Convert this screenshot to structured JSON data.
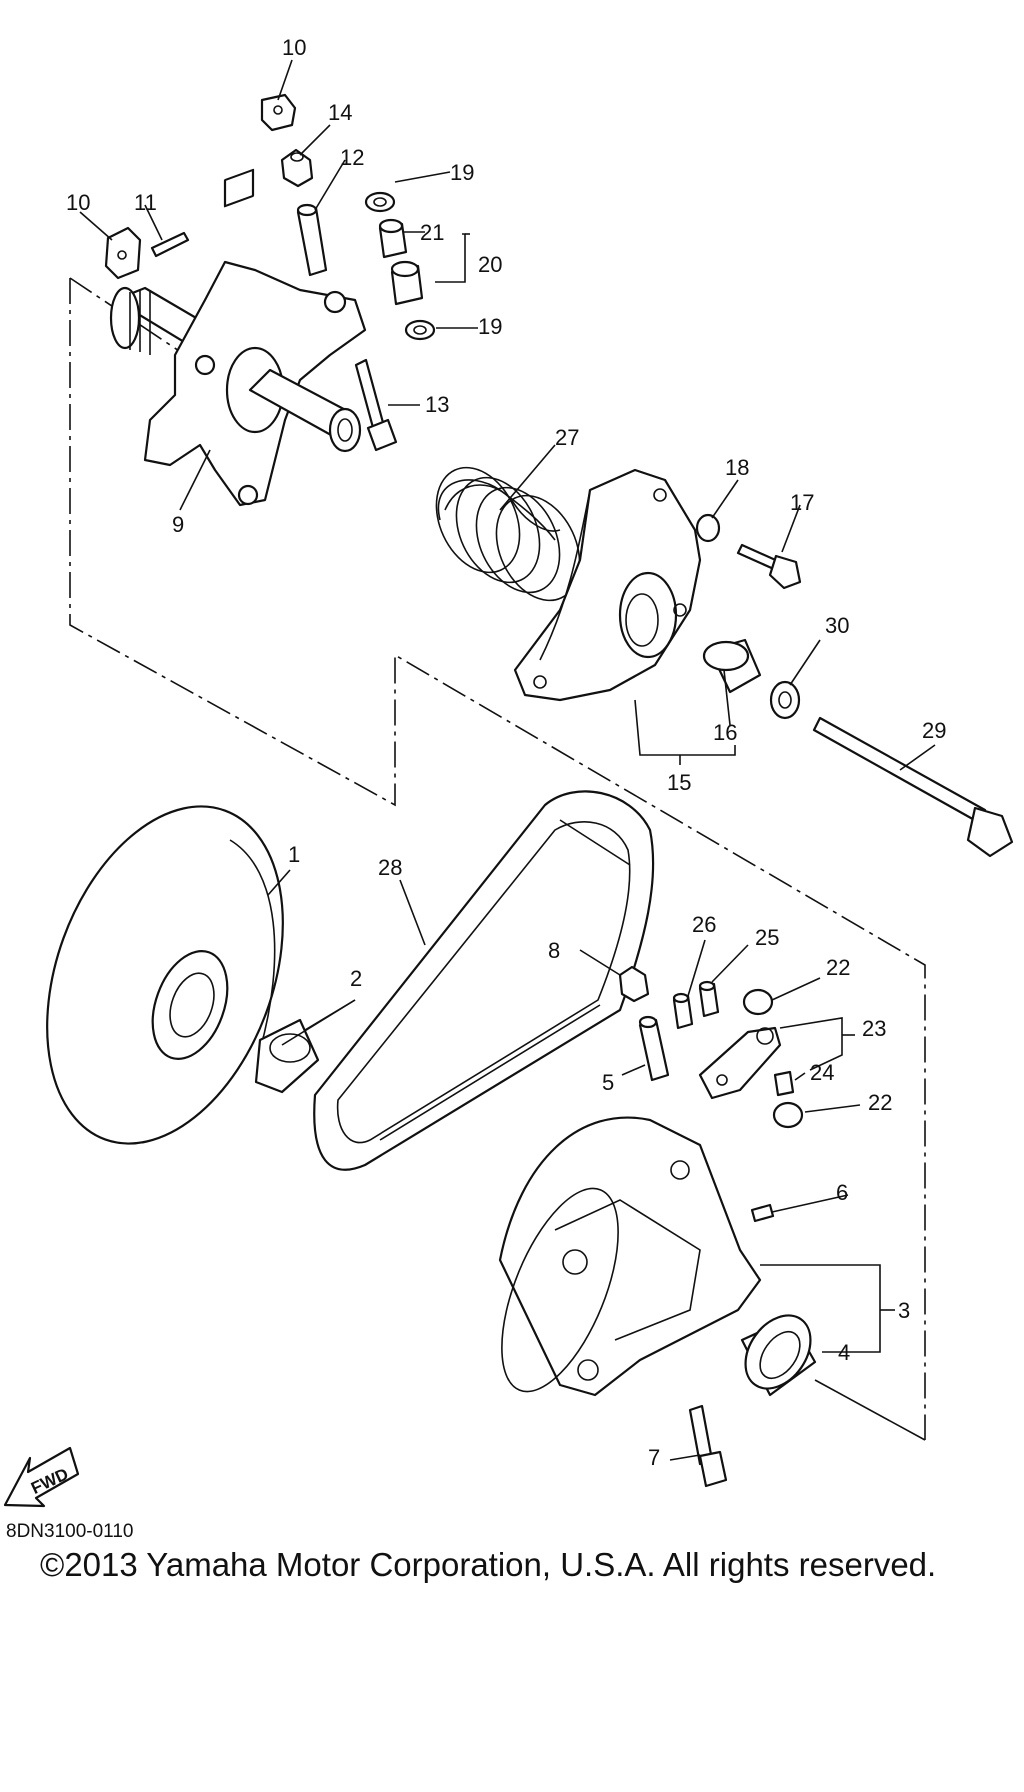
{
  "diagram_code": "8DN3100-0110",
  "copyright": "©2013 Yamaha Motor Corporation, U.S.A. All rights reserved.",
  "fwd_label": "FWD",
  "callouts": {
    "c1": "1",
    "c2": "2",
    "c3": "3",
    "c4": "4",
    "c5": "5",
    "c6": "6",
    "c7": "7",
    "c8": "8",
    "c9": "9",
    "c10a": "10",
    "c10b": "10",
    "c11": "11",
    "c12": "12",
    "c13": "13",
    "c14": "14",
    "c15": "15",
    "c16": "16",
    "c17": "17",
    "c18": "18",
    "c19a": "19",
    "c19b": "19",
    "c20": "20",
    "c21": "21",
    "c22a": "22",
    "c22b": "22",
    "c23": "23",
    "c24": "24",
    "c25": "25",
    "c26": "26",
    "c27": "27",
    "c28": "28",
    "c29": "29",
    "c30": "30"
  }
}
